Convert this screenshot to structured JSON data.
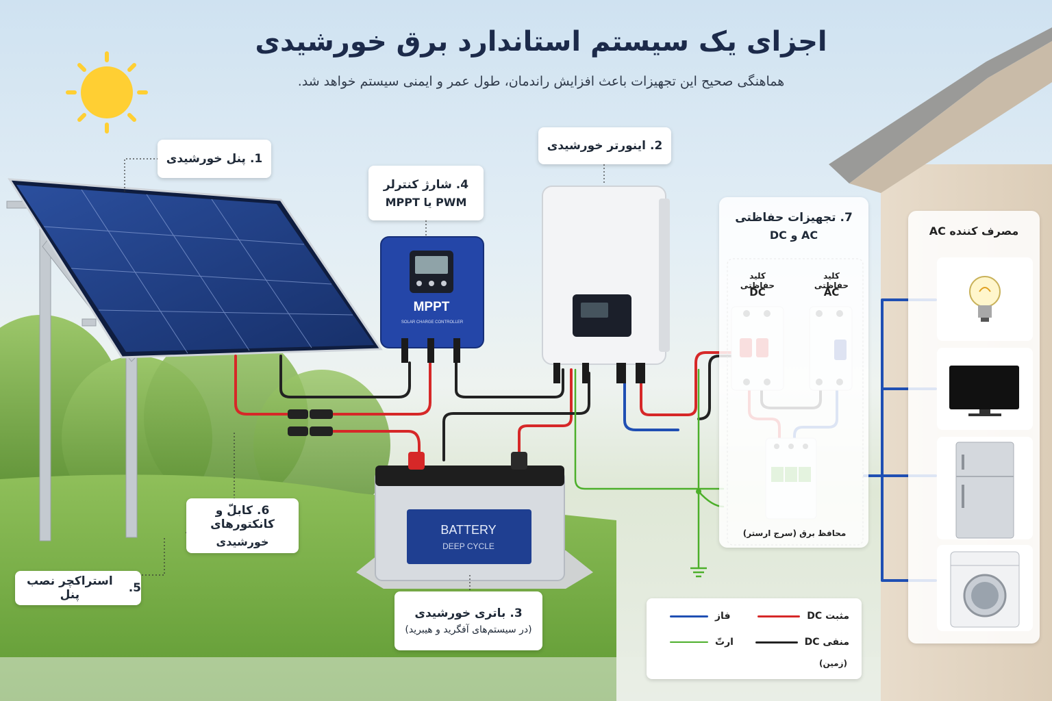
{
  "header": {
    "title": "اجزای یک سیستم استاندارد برق خورشیدی",
    "subtitle": "هماهنگی صحیح این تجهیزات باعث افزایش راندمان، طول عمر و ایمنی سیستم خواهد شد."
  },
  "callouts": {
    "panel": {
      "num": "1.",
      "text": "پنل خورشیدی"
    },
    "inverter": {
      "num": "2.",
      "text": "اینورتر خورشیدی"
    },
    "battery": {
      "num": "3.",
      "text": "باتری خورشیدی",
      "sub": "(در سیستم‌های آفگرید و هیبرید)"
    },
    "controller": {
      "num": "4.",
      "text": "شارژ کنترلر",
      "sub": "MPPT یا PWM"
    },
    "structure": {
      "num": "5.",
      "text": "استراکچر نصب پنل"
    },
    "cables": {
      "num": "6.",
      "text": "کابلّ و کانکتورهای",
      "sub": "خورشیدی"
    },
    "protection": {
      "num": "7.",
      "text": "تجهیزات حفاظتی",
      "sub": "AC و DC"
    }
  },
  "protection_panel": {
    "dc_breaker_title": "کلید حفاظتی",
    "dc_breaker_type": "DC",
    "ac_breaker_title": "کلید حفاظتی",
    "ac_breaker_type": "AC",
    "surge_label": "محافظ برق (سرج ارستر)"
  },
  "consumers": {
    "title": "مصرف کننده AC",
    "items": [
      "lightbulb-icon",
      "tv-icon",
      "fridge-icon",
      "washing-machine-icon"
    ]
  },
  "controller_device": {
    "brand": "MPPT",
    "caption": "SOLAR CHARGE CONTROLLER"
  },
  "battery_device": {
    "label": "BATTERY",
    "sub": "DEEP CYCLE"
  },
  "legend": {
    "dc_positive": "مثبت DC",
    "dc_negative": "منفی DC",
    "phase": "فاز",
    "earth": "ارتّ",
    "earth_sub": "(زمین)"
  },
  "colors": {
    "dc_positive": "#d62828",
    "dc_negative": "#222222",
    "phase": "#1f4fb3",
    "earth": "#4caf2a",
    "controller": "#2446a8",
    "battery_label": "#1f3f91"
  }
}
